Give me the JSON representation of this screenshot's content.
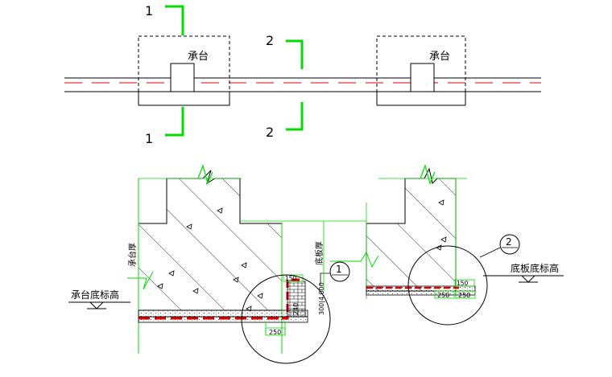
{
  "plan": {
    "section1_label_top": "1",
    "section1_label_bottom": "1",
    "section2_label_top": "2",
    "section2_label_bottom": "2",
    "cap_label_left": "承台",
    "cap_label_right": "承台"
  },
  "section": {
    "cap_thickness_label": "承台厚",
    "cap_bottom_elev_label": "承台底标高",
    "slab_thickness_label": "底板厚",
    "slab_bottom_elev_label": "底板底标高",
    "dim_150_left": "150",
    "dim_250_left": "250",
    "dim_240": "240",
    "dim_300_4000": "300|4,000",
    "dim_150_right": "150",
    "dim_250_right_a": "250",
    "dim_250_right_b": "250",
    "detail1_label": "1",
    "detail2_label": "2"
  },
  "colors": {
    "green": "#00dd00",
    "red": "#e00000",
    "line": "#000000"
  }
}
